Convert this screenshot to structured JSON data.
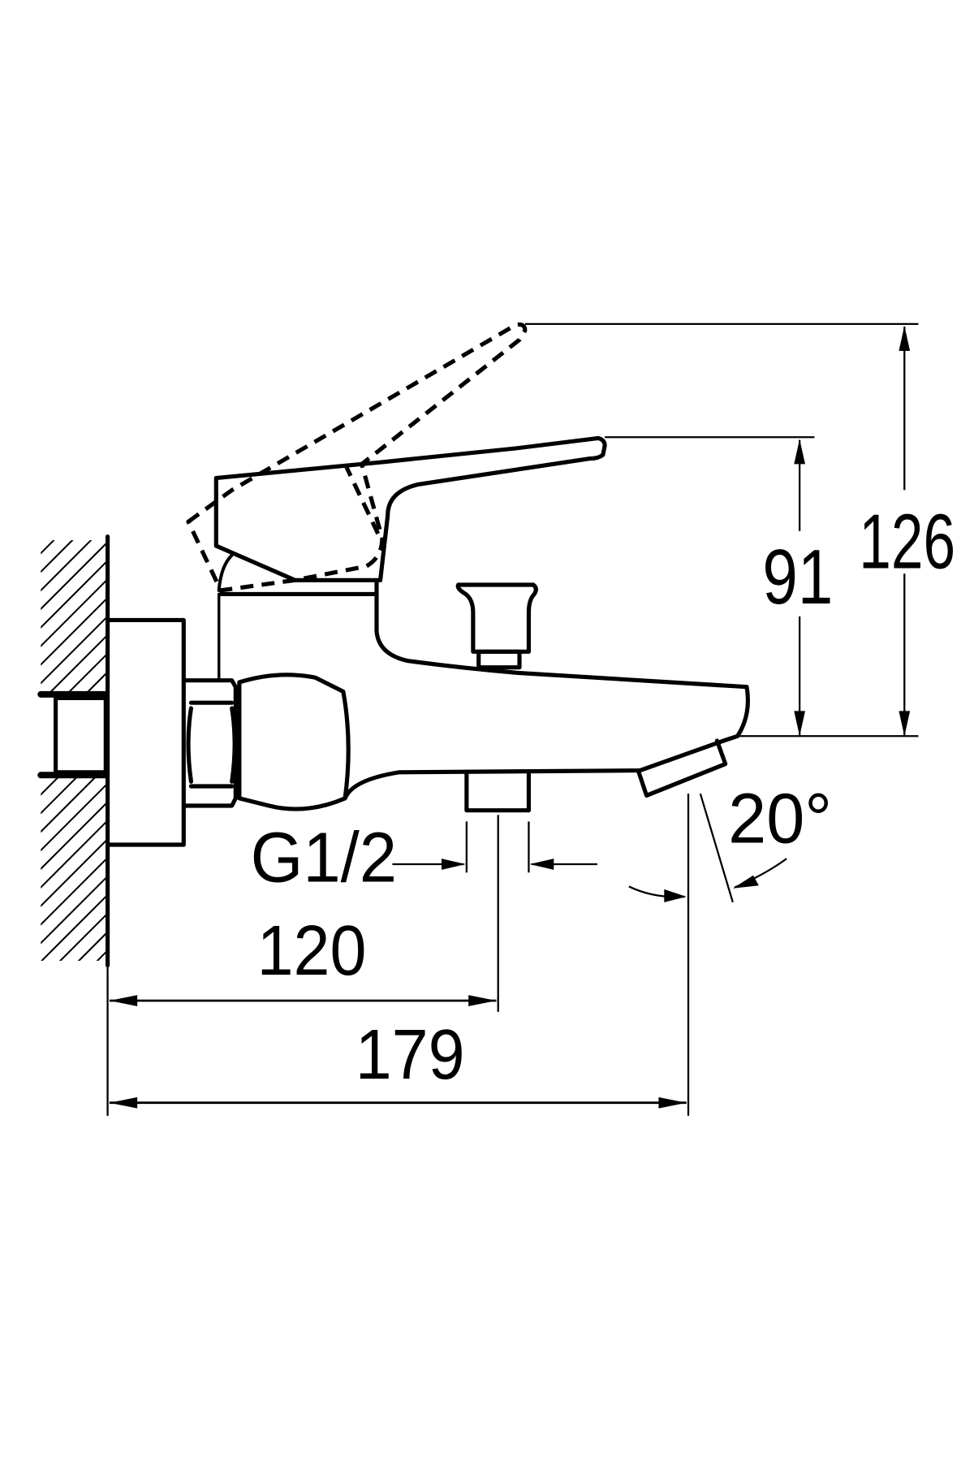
{
  "drawing": {
    "subject": "Wall-mounted bath mixer faucet, side elevation",
    "units": "mm",
    "line_color": "#000000",
    "background": "#ffffff"
  },
  "dimensions": {
    "height_lever_open": "126",
    "height_lever_closed": "91",
    "inlet_thread": "G1/2",
    "outlet_projection": "120",
    "spout_projection": "179",
    "spout_angle": "20°"
  }
}
